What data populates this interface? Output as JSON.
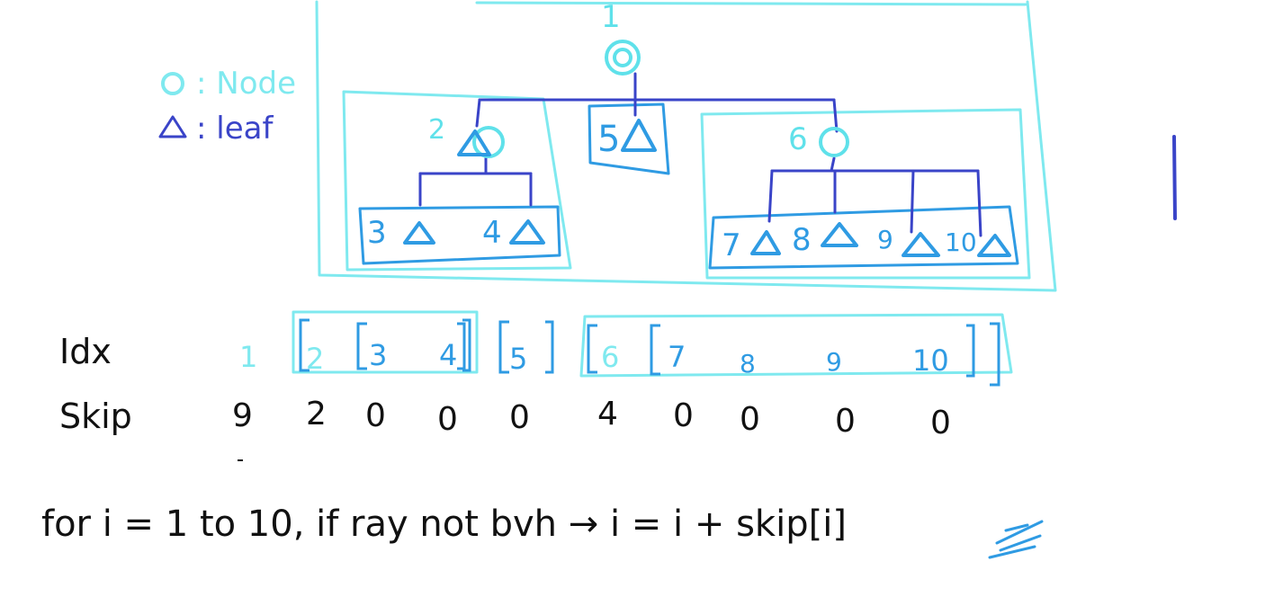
{
  "colors": {
    "node": "#5fe1ea",
    "leaf": "#2f9be3",
    "edge": "#3a44c8",
    "box": "#7fe9ef",
    "ink": "#111111"
  },
  "legend": {
    "node_label": ": Node",
    "leaf_label": ": leaf"
  },
  "tree": {
    "nodes": [
      {
        "id": "1",
        "kind": "node"
      },
      {
        "id": "2",
        "kind": "node"
      },
      {
        "id": "3",
        "kind": "leaf"
      },
      {
        "id": "4",
        "kind": "leaf"
      },
      {
        "id": "5",
        "kind": "leaf"
      },
      {
        "id": "6",
        "kind": "node"
      },
      {
        "id": "7",
        "kind": "leaf"
      },
      {
        "id": "8",
        "kind": "leaf"
      },
      {
        "id": "9",
        "kind": "leaf"
      },
      {
        "id": "10",
        "kind": "leaf"
      }
    ],
    "edges": [
      [
        "1",
        "2"
      ],
      [
        "1",
        "5"
      ],
      [
        "1",
        "6"
      ],
      [
        "2",
        "3"
      ],
      [
        "2",
        "4"
      ],
      [
        "6",
        "7"
      ],
      [
        "6",
        "8"
      ],
      [
        "6",
        "9"
      ],
      [
        "6",
        "10"
      ]
    ]
  },
  "table": {
    "idx_label": "Idx",
    "skip_label": "Skip",
    "idx": [
      "1",
      "2",
      "3",
      "4",
      "5",
      "6",
      "7",
      "8",
      "9",
      "10"
    ],
    "skip": [
      "9",
      "2",
      "0",
      "0",
      "0",
      "4",
      "0",
      "0",
      "0",
      "0"
    ]
  },
  "formula": "for i = 1 to 10, if ray not bvh → i = i + skip[i]"
}
